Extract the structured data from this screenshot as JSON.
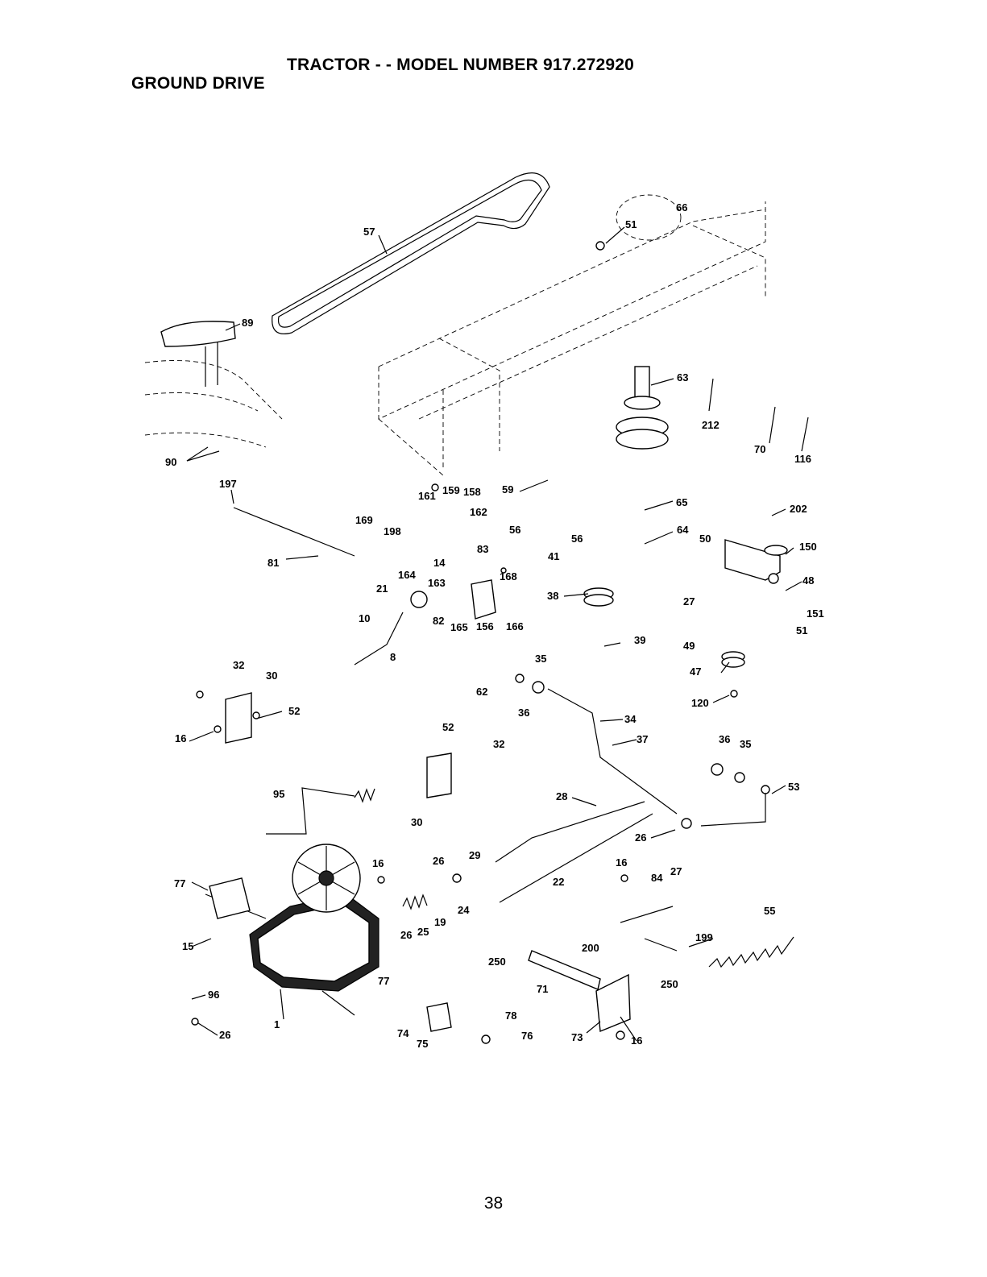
{
  "header": {
    "title": "TRACTOR - - MODEL NUMBER 917.272920",
    "subtitle": "GROUND DRIVE"
  },
  "page_number": "38",
  "callouts": [
    "57",
    "51",
    "89",
    "63",
    "212",
    "70",
    "116",
    "90",
    "197",
    "59",
    "66",
    "65",
    "161",
    "159",
    "158",
    "162",
    "169",
    "198",
    "56",
    "56",
    "64",
    "202",
    "50",
    "150",
    "83",
    "41",
    "48",
    "81",
    "14",
    "164",
    "168",
    "163",
    "38",
    "21",
    "27",
    "151",
    "51",
    "10",
    "82",
    "165",
    "156",
    "166",
    "39",
    "49",
    "8",
    "47",
    "35",
    "32",
    "30",
    "62",
    "36",
    "120",
    "52",
    "16",
    "34",
    "37",
    "36",
    "35",
    "52",
    "32",
    "53",
    "95",
    "30",
    "28",
    "26",
    "29",
    "16",
    "26",
    "77",
    "27",
    "84",
    "16",
    "24",
    "19",
    "22",
    "25",
    "26",
    "55",
    "15",
    "199",
    "200",
    "250",
    "250",
    "77",
    "71",
    "96",
    "1",
    "26",
    "78",
    "74",
    "76",
    "75",
    "73",
    "16"
  ]
}
